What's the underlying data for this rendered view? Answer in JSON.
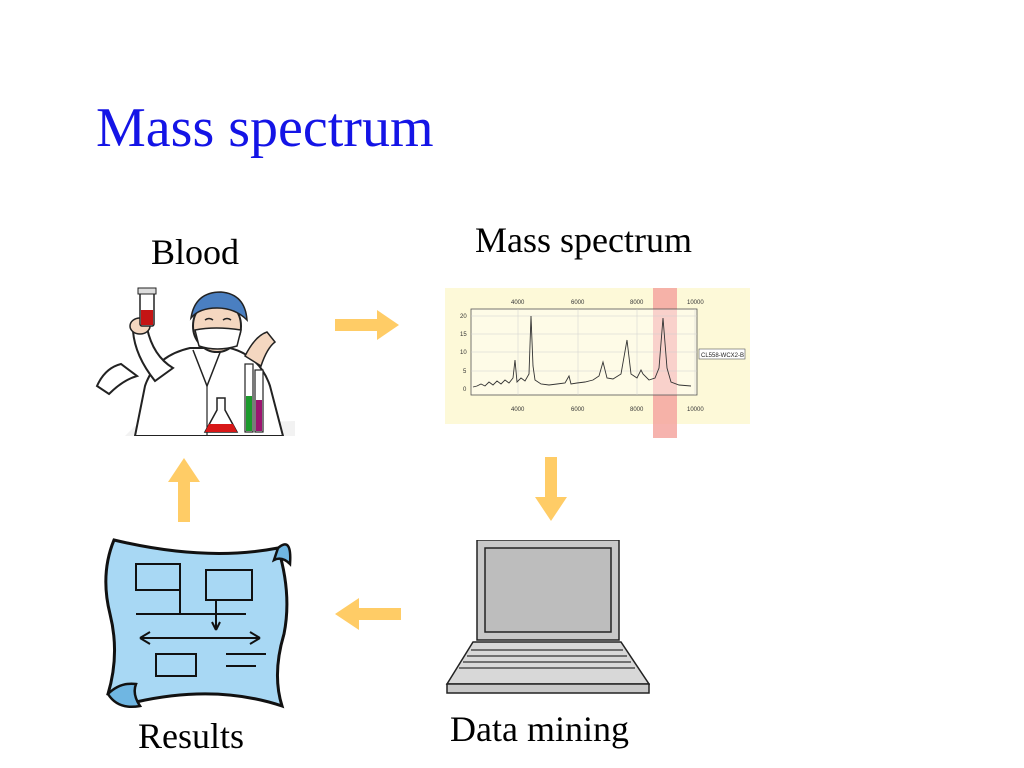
{
  "slide": {
    "title": "Mass spectrum"
  },
  "steps": {
    "blood": {
      "label": "Blood",
      "icon": "scientist-with-test-tube-icon"
    },
    "spectrum": {
      "label": "Mass spectrum",
      "icon": "mass-spectrum-plot-icon"
    },
    "data_mining": {
      "label": "Data mining",
      "icon": "laptop-computer-icon"
    },
    "results": {
      "label": "Results",
      "icon": "blueprint-scroll-icon"
    }
  },
  "spectrum_plot": {
    "top_ticks": [
      "4000",
      "6000",
      "8000",
      "10000"
    ],
    "bottom_ticks": [
      "4000",
      "6000",
      "8000",
      "10000"
    ],
    "y_ticks": [
      "20",
      "15",
      "10",
      "5",
      "0"
    ],
    "tag": "CL558-WCX2-B"
  },
  "colors": {
    "title": "#1414e6",
    "arrow": "#ffcc66",
    "highlight": "#f4a6a0",
    "spectrum_bg": "#fdf9d8"
  }
}
